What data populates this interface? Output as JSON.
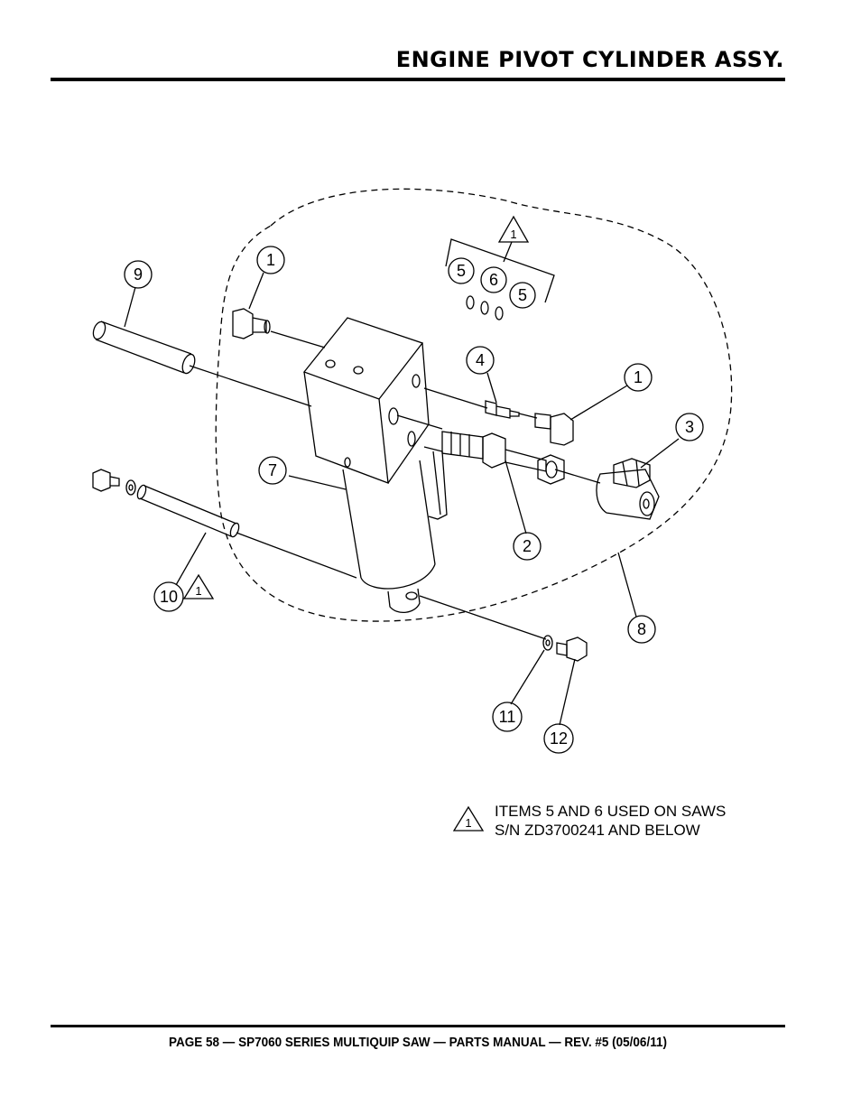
{
  "header": {
    "title": "ENGINE PIVOT CYLINDER ASSY."
  },
  "callouts": [
    {
      "id": "c1a",
      "label": "1"
    },
    {
      "id": "c9",
      "label": "9"
    },
    {
      "id": "c5a",
      "label": "5"
    },
    {
      "id": "c6",
      "label": "6"
    },
    {
      "id": "c5b",
      "label": "5"
    },
    {
      "id": "c4",
      "label": "4"
    },
    {
      "id": "c1b",
      "label": "1"
    },
    {
      "id": "c3",
      "label": "3"
    },
    {
      "id": "c7",
      "label": "7"
    },
    {
      "id": "c2",
      "label": "2"
    },
    {
      "id": "c10",
      "label": "10"
    },
    {
      "id": "c8",
      "label": "8"
    },
    {
      "id": "c11",
      "label": "11"
    },
    {
      "id": "c12",
      "label": "12"
    }
  ],
  "warning_mark": {
    "label": "1"
  },
  "note": {
    "line1": "ITEMS 5 AND 6 USED ON SAWS",
    "line2": "S/N ZD3700241 AND BELOW"
  },
  "footer": {
    "text": "PAGE 58 — SP7060 SERIES MULTIQUIP SAW — PARTS MANUAL — REV. #5 (05/06/11)"
  }
}
